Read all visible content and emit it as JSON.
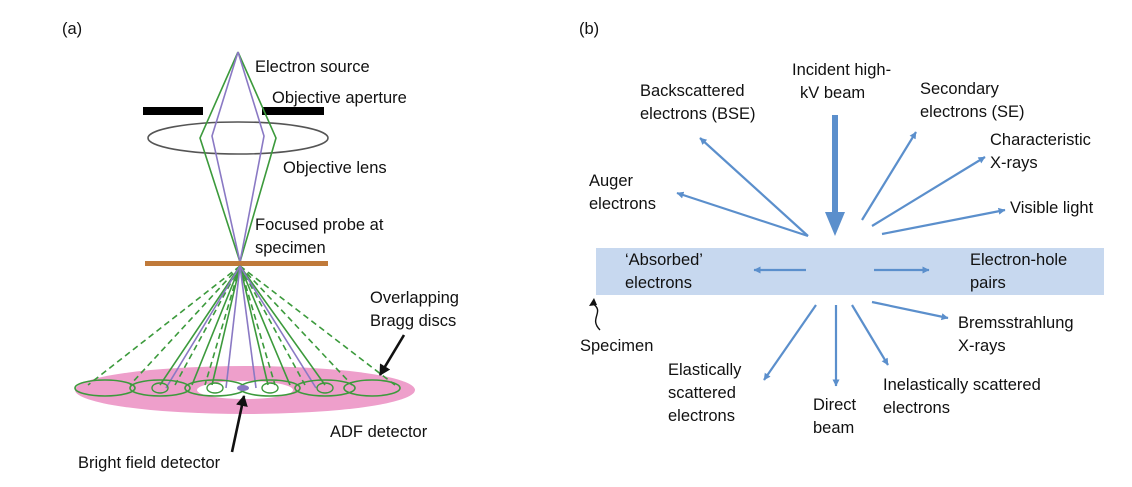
{
  "panel_a": {
    "label": "(a)",
    "labels": {
      "electron_source": "Electron source",
      "objective_aperture": "Objective aperture",
      "objective_lens": "Objective lens",
      "probe_line1": "Focused probe at",
      "probe_line2": "specimen",
      "bragg_line1": "Overlapping",
      "bragg_line2": "Bragg discs",
      "adf_detector": "ADF detector",
      "bf_detector": "Bright field detector"
    }
  },
  "panel_b": {
    "label": "(b)",
    "labels": {
      "incident_line1": "Incident high-",
      "incident_line2": "kV beam",
      "bse_line1": "Backscattered",
      "bse_line2": "electrons (BSE)",
      "se_line1": "Secondary",
      "se_line2": "electrons (SE)",
      "char_line1": "Characteristic",
      "char_line2": "X-rays",
      "auger_line1": "Auger",
      "auger_line2": "electrons",
      "visible_light": "Visible light",
      "absorbed_line1": "‘Absorbed’",
      "absorbed_line2": "electrons",
      "eh_line1": "Electron-hole",
      "eh_line2": "pairs",
      "specimen": "Specimen",
      "brems_line1": "Bremsstrahlung",
      "brems_line2": "X-rays",
      "elastic_line1": "Elastically",
      "elastic_line2": "scattered",
      "elastic_line3": "electrons",
      "direct_line1": "Direct",
      "direct_line2": "beam",
      "inelastic_line1": "Inelastically scattered",
      "inelastic_line2": "electrons"
    }
  },
  "colors": {
    "ray_green": "#3c9a3c",
    "ray_purple": "#8a79c4",
    "specimen_bar_a": "#c07a3a",
    "detector_pink": "#ee9fcb",
    "specimen_slab_b": "#c7d8ef",
    "arrow_blue": "#5b8fcc"
  }
}
